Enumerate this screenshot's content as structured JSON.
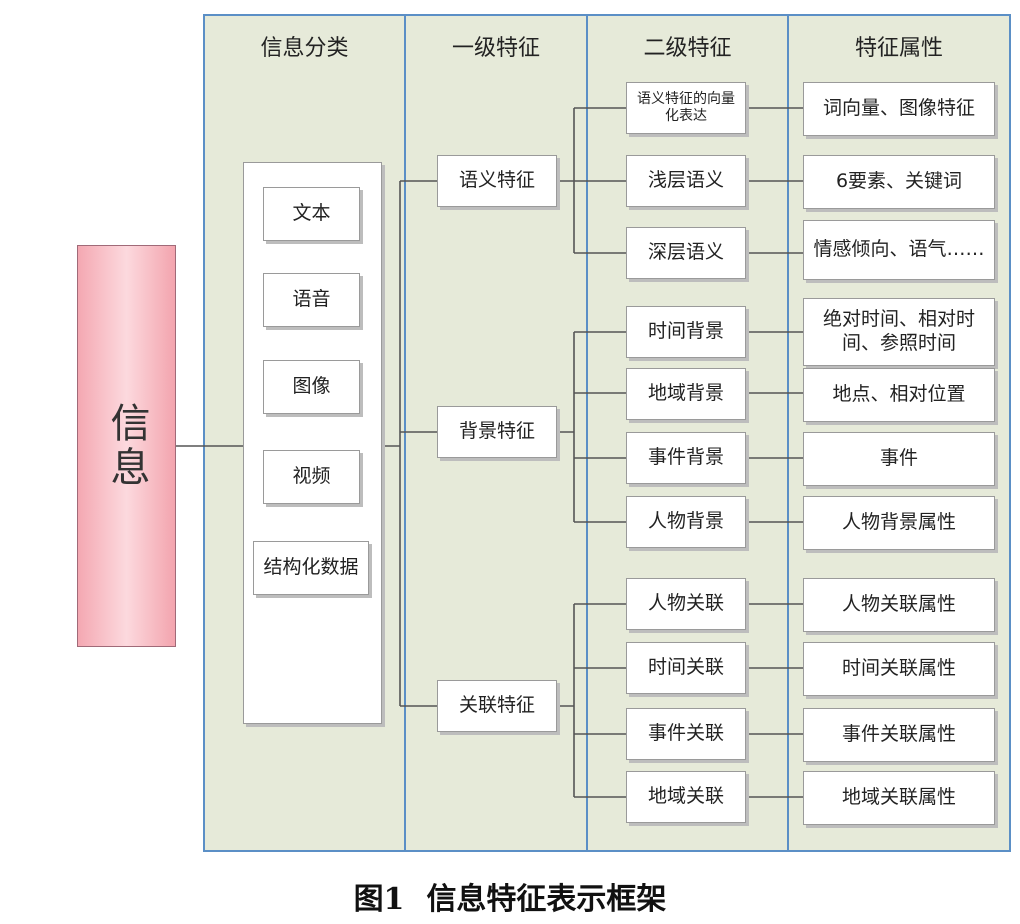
{
  "columns": {
    "col1": "信息分类",
    "col2": "一级特征",
    "col3": "二级特征",
    "col4": "特征属性"
  },
  "root": "信息",
  "categories": [
    "文本",
    "语音",
    "图像",
    "视频",
    "结构化数据"
  ],
  "level1": [
    "语义特征",
    "背景特征",
    "关联特征"
  ],
  "level2": [
    "语义特征的向量化表达",
    "浅层语义",
    "深层语义",
    "时间背景",
    "地域背景",
    "事件背景",
    "人物背景",
    "人物关联",
    "时间关联",
    "事件关联",
    "地域关联"
  ],
  "attributes": [
    "词向量、图像特征",
    "6要素、关键词",
    "情感倾向、语气……",
    "绝对时间、相对时间、参照时间",
    "地点、相对位置",
    "事件",
    "人物背景属性",
    "人物关联属性",
    "时间关联属性",
    "事件关联属性",
    "地域关联属性"
  ],
  "caption": {
    "figure_no": "图1",
    "title": "信息特征表示框架"
  }
}
